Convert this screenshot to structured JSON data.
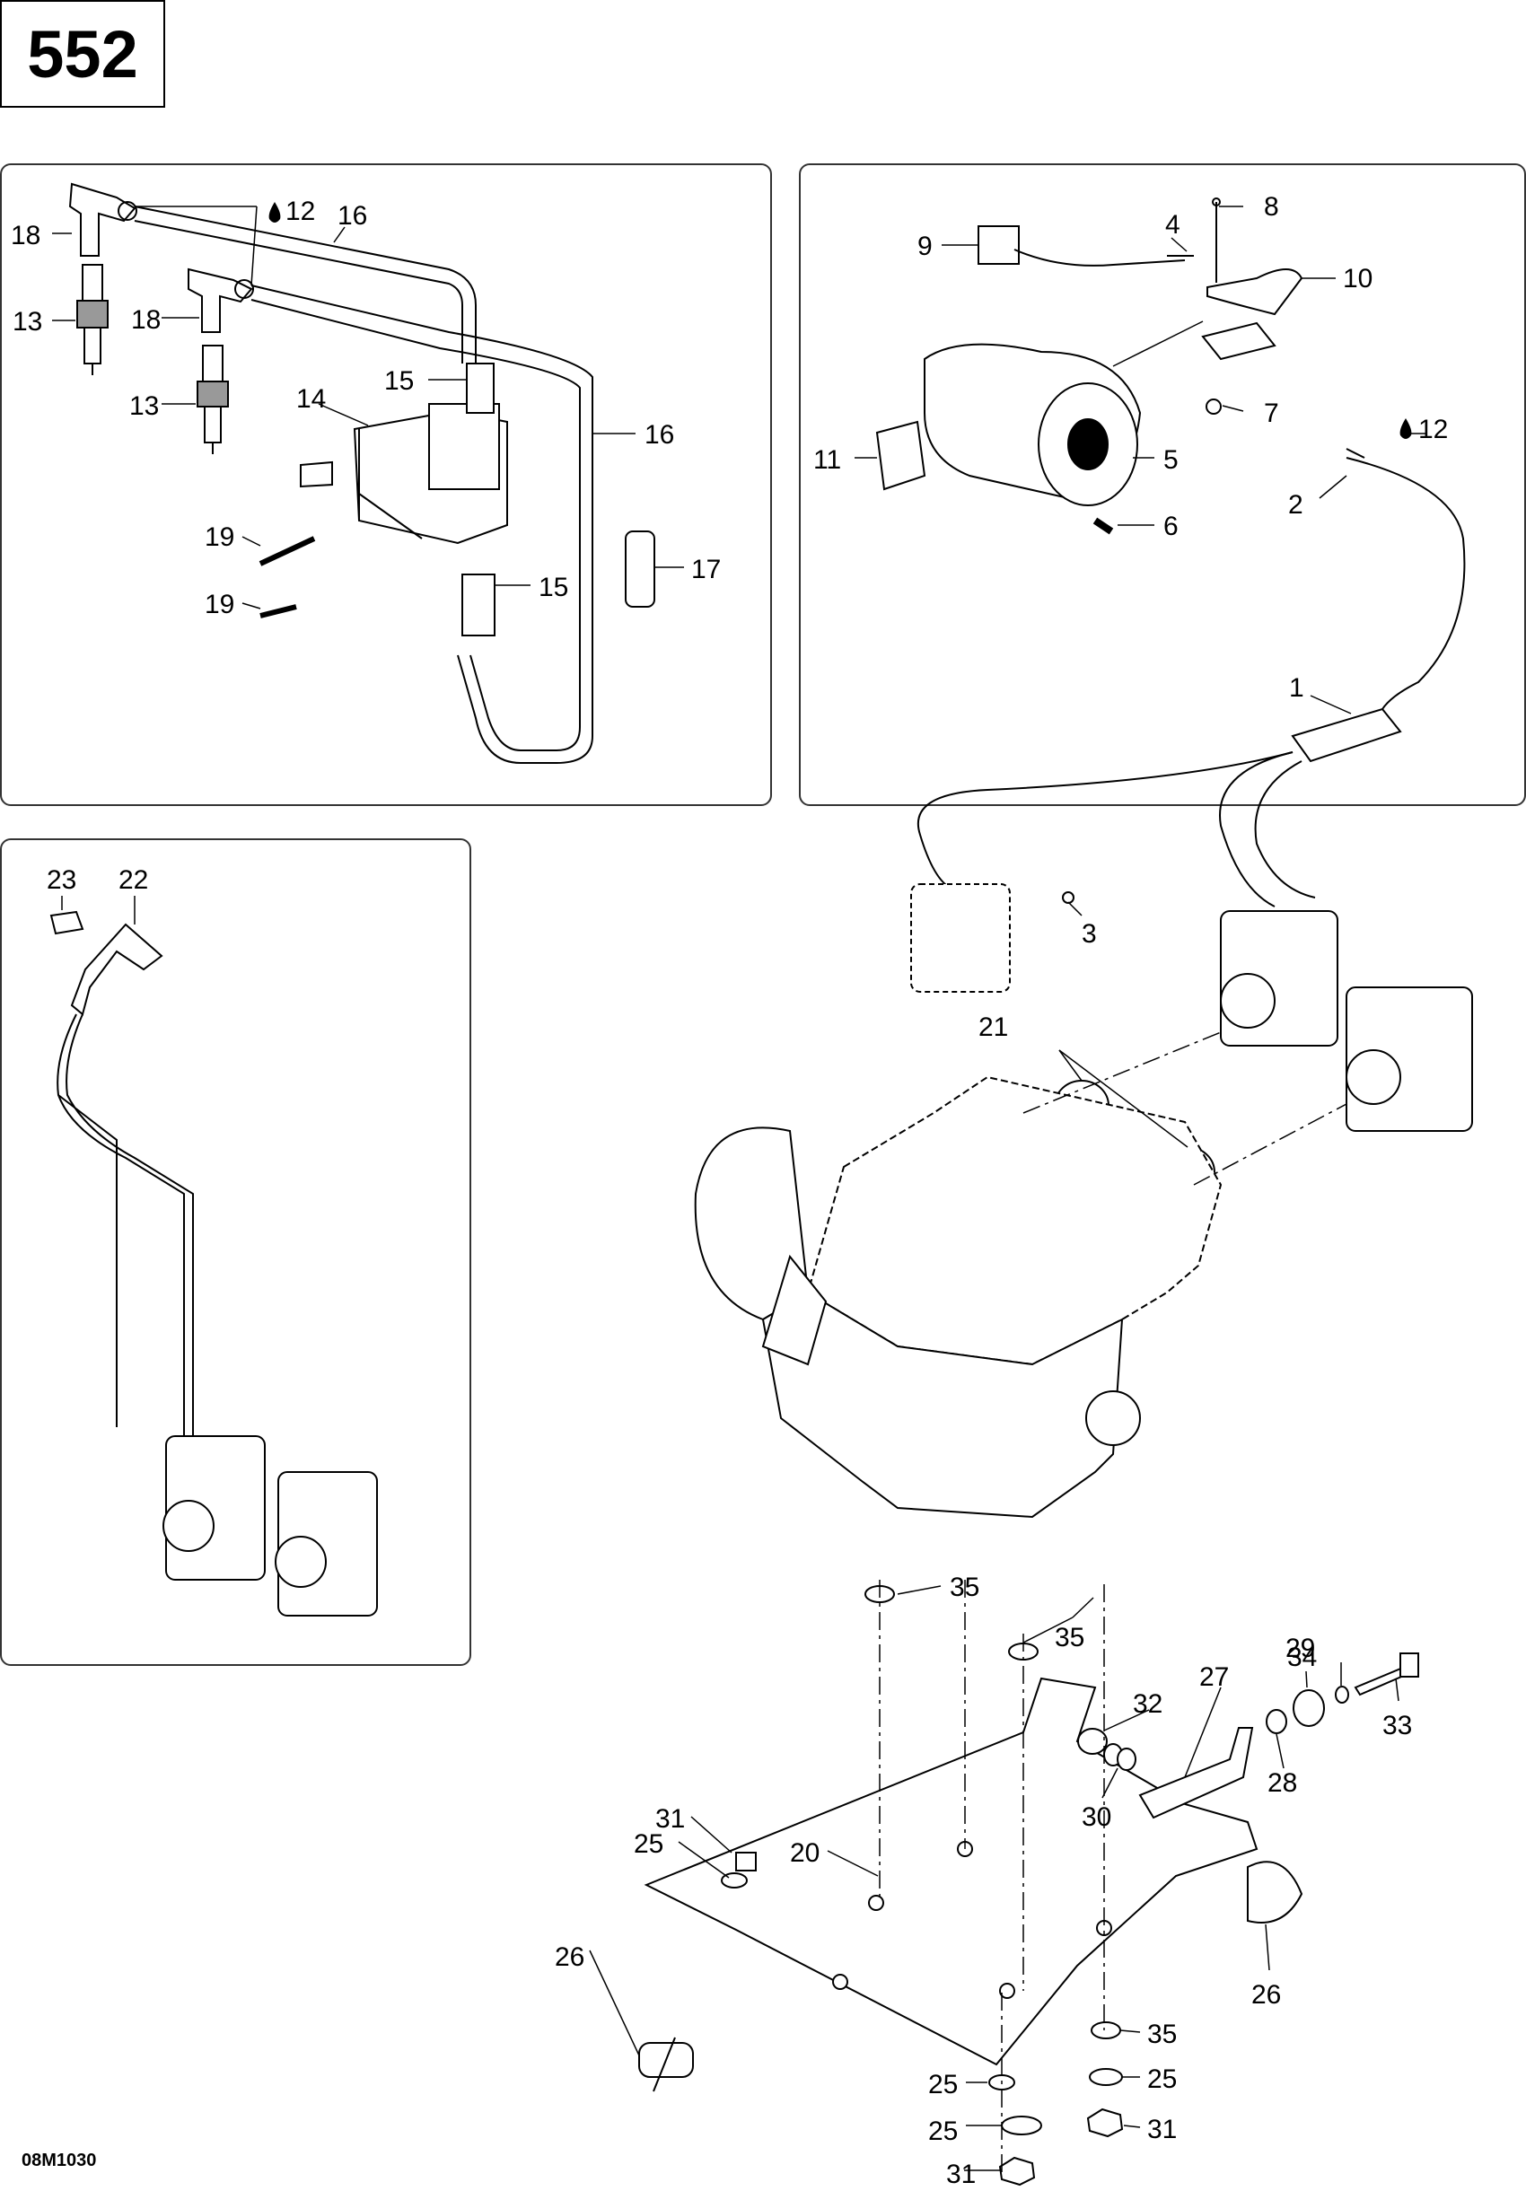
{
  "page_number": "552",
  "figure_code": "08M1030",
  "callouts": [
    {
      "id": "c-18a",
      "label": "18"
    },
    {
      "id": "c-12a",
      "label": "12"
    },
    {
      "id": "c-16a",
      "label": "16"
    },
    {
      "id": "c-13a",
      "label": "13"
    },
    {
      "id": "c-18b",
      "label": "18"
    },
    {
      "id": "c-15a",
      "label": "15"
    },
    {
      "id": "c-14",
      "label": "14"
    },
    {
      "id": "c-13b",
      "label": "13"
    },
    {
      "id": "c-16b",
      "label": "16"
    },
    {
      "id": "c-19a",
      "label": "19"
    },
    {
      "id": "c-17",
      "label": "17"
    },
    {
      "id": "c-15b",
      "label": "15"
    },
    {
      "id": "c-19b",
      "label": "19"
    },
    {
      "id": "c-8",
      "label": "8"
    },
    {
      "id": "c-4",
      "label": "4"
    },
    {
      "id": "c-9",
      "label": "9"
    },
    {
      "id": "c-10",
      "label": "10"
    },
    {
      "id": "c-7",
      "label": "7"
    },
    {
      "id": "c-11",
      "label": "11"
    },
    {
      "id": "c-5",
      "label": "5"
    },
    {
      "id": "c-12b",
      "label": "12"
    },
    {
      "id": "c-2",
      "label": "2"
    },
    {
      "id": "c-6",
      "label": "6"
    },
    {
      "id": "c-1",
      "label": "1"
    },
    {
      "id": "c-3",
      "label": "3"
    },
    {
      "id": "c-23",
      "label": "23"
    },
    {
      "id": "c-22",
      "label": "22"
    },
    {
      "id": "c-21",
      "label": "21"
    },
    {
      "id": "c-35a",
      "label": "35"
    },
    {
      "id": "c-35b",
      "label": "35"
    },
    {
      "id": "c-34",
      "label": "34"
    },
    {
      "id": "c-29",
      "label": "29"
    },
    {
      "id": "c-33",
      "label": "33"
    },
    {
      "id": "c-27",
      "label": "27"
    },
    {
      "id": "c-32",
      "label": "32"
    },
    {
      "id": "c-28",
      "label": "28"
    },
    {
      "id": "c-30",
      "label": "30"
    },
    {
      "id": "c-31a",
      "label": "31"
    },
    {
      "id": "c-25a",
      "label": "25"
    },
    {
      "id": "c-20",
      "label": "20"
    },
    {
      "id": "c-26a",
      "label": "26"
    },
    {
      "id": "c-26b",
      "label": "26"
    },
    {
      "id": "c-35c",
      "label": "35"
    },
    {
      "id": "c-25b",
      "label": "25"
    },
    {
      "id": "c-25c",
      "label": "25"
    },
    {
      "id": "c-31b",
      "label": "31"
    },
    {
      "id": "c-25d",
      "label": "25"
    },
    {
      "id": "c-31c",
      "label": "31"
    }
  ]
}
